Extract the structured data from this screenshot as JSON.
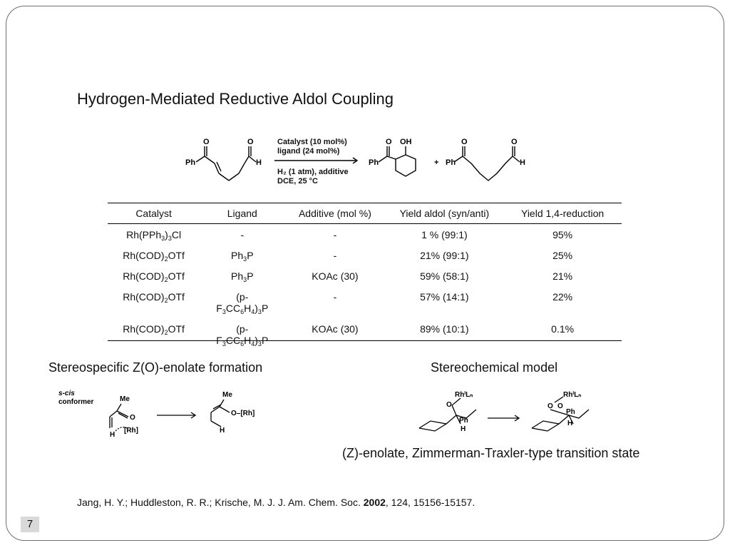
{
  "slide": {
    "title": "Hydrogen-Mediated Reductive Aldol Coupling",
    "page_number": "7"
  },
  "scheme": {
    "conditions_line1": "Catalyst (10 mol%)",
    "conditions_line2": "ligand (24 mol%)",
    "conditions_line3": "H₂ (1 atm), additive",
    "conditions_line4": "DCE, 25 °C",
    "labels": {
      "ph": "Ph",
      "o": "O",
      "h": "H",
      "oh": "OH",
      "plus": "+"
    }
  },
  "table": {
    "headers": [
      "Catalyst",
      "Ligand",
      "Additive (mol %)",
      "Yield aldol (syn/anti)",
      "Yield 1,4-reduction"
    ],
    "rows": [
      {
        "catalyst": "Rh(PPh3)3Cl",
        "ligand": "-",
        "additive": "-",
        "yield_aldol": "1 % (99:1)",
        "yield_reduction": "95%"
      },
      {
        "catalyst": "Rh(COD)2OTf",
        "ligand": "Ph3P",
        "additive": "-",
        "yield_aldol": "21% (99:1)",
        "yield_reduction": "25%"
      },
      {
        "catalyst": "Rh(COD)2OTf",
        "ligand": "Ph3P",
        "additive": "KOAc (30)",
        "yield_aldol": "59% (58:1)",
        "yield_reduction": "21%"
      },
      {
        "catalyst": "Rh(COD)2OTf",
        "ligand": "(p-F3CC6H4)3P",
        "additive": "-",
        "yield_aldol": "57% (14:1)",
        "yield_reduction": "22%"
      },
      {
        "catalyst": "Rh(COD)2OTf",
        "ligand": "(p-F3CC6H4)3P",
        "additive": "KOAc (30)",
        "yield_aldol": "89% (10:1)",
        "yield_reduction": "0.1%"
      }
    ]
  },
  "sections": {
    "left_heading": "Stereospecific Z(O)-enolate formation",
    "right_heading": "Stereochemical model",
    "caption": "(Z)-enolate, Zimmerman-Traxler-type transition state"
  },
  "enolate_diagram": {
    "s_cis": "s-cis",
    "conformer": "conformer",
    "me": "Me",
    "o": "O",
    "rh": "[Rh]",
    "h": "H",
    "o_rh": "O–[Rh]"
  },
  "model_diagram": {
    "rh_ln": "RhⁱLₙ",
    "o": "O",
    "ph": "Ph",
    "h": "H"
  },
  "reference": {
    "text_before_year": "Jang, H. Y.; Huddleston, R. R.; Krische, M. J. J. Am. Chem. Soc. ",
    "year": "2002",
    "text_after_year": ", 124, 15156-15157."
  }
}
